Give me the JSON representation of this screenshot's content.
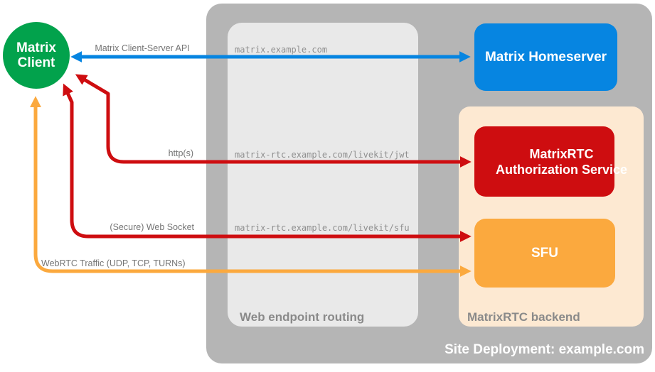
{
  "title": "Site Deployment: example.com",
  "client": {
    "label": "Matrix Client"
  },
  "containers": {
    "routing": {
      "label": "Web endpoint routing"
    },
    "backend": {
      "label": "MatrixRTC backend"
    }
  },
  "nodes": {
    "homeserver": {
      "label": "Matrix Homeserver"
    },
    "auth_service": {
      "label": "MatrixRTC Authorization Service"
    },
    "sfu": {
      "label": "SFU"
    }
  },
  "connections": [
    {
      "protocol": "Matrix Client-Server API",
      "endpoint": "matrix.example.com"
    },
    {
      "protocol": "http(s)",
      "endpoint": "matrix-rtc.example.com/livekit/jwt"
    },
    {
      "protocol": "(Secure) Web Socket",
      "endpoint": "matrix-rtc.example.com/livekit/sfu"
    },
    {
      "protocol": "WebRTC Traffic (UDP, TCP, TURNs)",
      "endpoint": ""
    }
  ],
  "colors": {
    "green": "#02a24c",
    "blue": "#0685e1",
    "red": "#ce0d10",
    "orange": "#fba93e",
    "peach": "#fde9d2",
    "outer_gray": "#b5b5b5",
    "inner_gray": "#e9e9e9"
  }
}
